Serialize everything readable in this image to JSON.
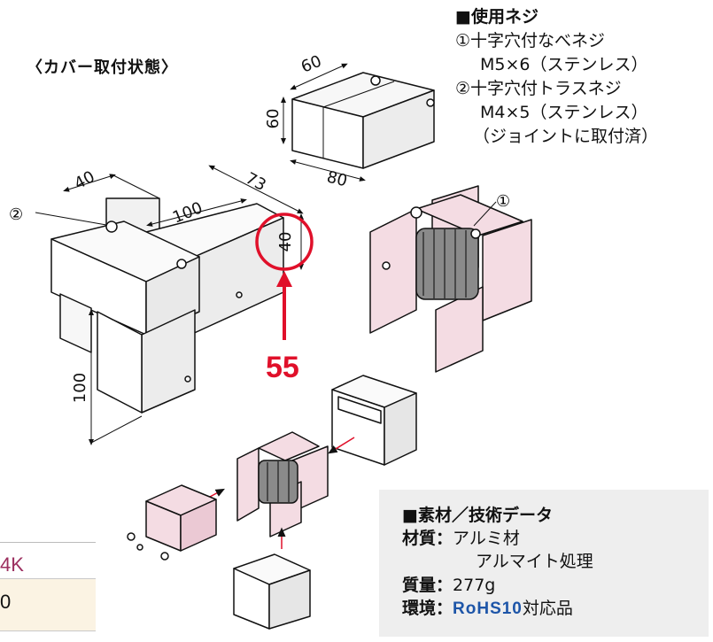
{
  "caption": "〈カバー取付状態〉",
  "screws": {
    "header": "■使用ネジ",
    "item1_name": "①十字穴付なべネジ",
    "item1_spec": "M5×6（ステンレス）",
    "item2_name": "②十字穴付トラスネジ",
    "item2_spec": "M4×5（ステンレス）",
    "item2_note": "（ジョイントに取付済）"
  },
  "dimensions": {
    "cover_w": "60",
    "cover_h": "60",
    "cover_d": "80",
    "arm_w": "40",
    "span": "73",
    "length": "100",
    "height": "40",
    "leg": "100"
  },
  "markers": {
    "m1": "①",
    "m2": "②"
  },
  "annotation": {
    "value": "55",
    "color": "#e0102a"
  },
  "specs": {
    "header": "■素材／技術データ",
    "material_label": "材質：",
    "material_value": "アルミ材",
    "finish_value": "アルマイト処理",
    "mass_label": "質量：",
    "mass_value": "277g",
    "env_label": "環境：",
    "env_rohs": "RoHS10",
    "env_suffix": "対応品"
  },
  "part_number": {
    "code": "4K",
    "value": "0"
  },
  "colors": {
    "part_fill": "#f4dce3",
    "box_fill": "#f3f3f3",
    "rohs": "#1d55a8",
    "partnum": "#9c2f5f"
  }
}
